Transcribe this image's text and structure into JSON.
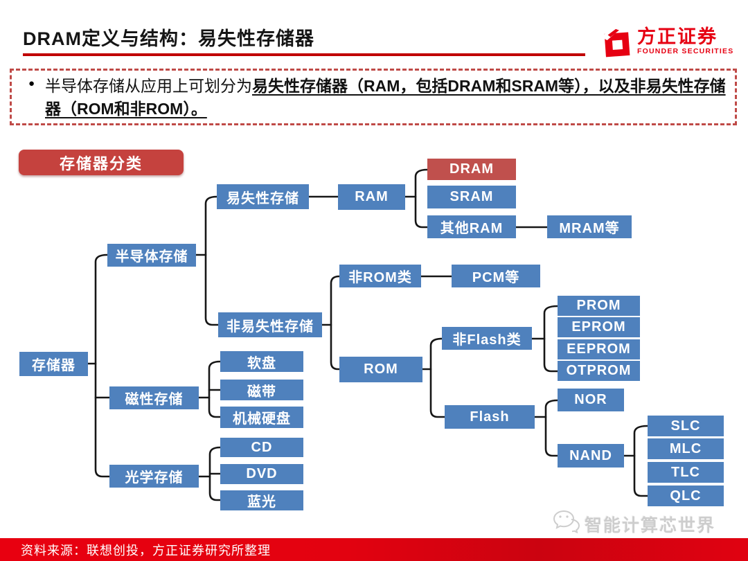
{
  "header": {
    "title": "DRAM定义与结构：易失性存储器",
    "logo_name": "方正证券",
    "logo_subtitle": "FOUNDER SECURITIES"
  },
  "summary": {
    "bullet": "●",
    "prefix": "半导体存储从应用上可划分为",
    "emphasis": "易失性存储器（RAM，包括DRAM和SRAM等），以及非易失性存储器（ROM和非ROM）。"
  },
  "diagram": {
    "label": "存储器分类",
    "nodes": [
      {
        "label": "存储器",
        "parent": null,
        "highlight": false
      },
      {
        "label": "半导体存储",
        "parent": "存储器",
        "highlight": false
      },
      {
        "label": "磁性存储",
        "parent": "存储器",
        "highlight": false
      },
      {
        "label": "光学存储",
        "parent": "存储器",
        "highlight": false
      },
      {
        "label": "易失性存储",
        "parent": "半导体存储",
        "highlight": false
      },
      {
        "label": "非易失性存储",
        "parent": "半导体存储",
        "highlight": false
      },
      {
        "label": "RAM",
        "parent": "易失性存储",
        "highlight": false
      },
      {
        "label": "DRAM",
        "parent": "RAM",
        "highlight": true
      },
      {
        "label": "SRAM",
        "parent": "RAM",
        "highlight": false
      },
      {
        "label": "其他RAM",
        "parent": "RAM",
        "highlight": false
      },
      {
        "label": "MRAM等",
        "parent": "其他RAM",
        "highlight": false
      },
      {
        "label": "非ROM类",
        "parent": "非易失性存储",
        "highlight": false
      },
      {
        "label": "PCM等",
        "parent": "非ROM类",
        "highlight": false
      },
      {
        "label": "ROM",
        "parent": "非易失性存储",
        "highlight": false
      },
      {
        "label": "非Flash类",
        "parent": "ROM",
        "highlight": false
      },
      {
        "label": "PROM",
        "parent": "非Flash类",
        "highlight": false
      },
      {
        "label": "EPROM",
        "parent": "非Flash类",
        "highlight": false
      },
      {
        "label": "EEPROM",
        "parent": "非Flash类",
        "highlight": false
      },
      {
        "label": "OTPROM",
        "parent": "非Flash类",
        "highlight": false
      },
      {
        "label": "Flash",
        "parent": "ROM",
        "highlight": false
      },
      {
        "label": "NOR",
        "parent": "Flash",
        "highlight": false
      },
      {
        "label": "NAND",
        "parent": "Flash",
        "highlight": false
      },
      {
        "label": "SLC",
        "parent": "NAND",
        "highlight": false
      },
      {
        "label": "MLC",
        "parent": "NAND",
        "highlight": false
      },
      {
        "label": "TLC",
        "parent": "NAND",
        "highlight": false
      },
      {
        "label": "QLC",
        "parent": "NAND",
        "highlight": false
      },
      {
        "label": "软盘",
        "parent": "磁性存储",
        "highlight": false
      },
      {
        "label": "磁带",
        "parent": "磁性存储",
        "highlight": false
      },
      {
        "label": "机械硬盘",
        "parent": "磁性存储",
        "highlight": false
      },
      {
        "label": "CD",
        "parent": "光学存储",
        "highlight": false
      },
      {
        "label": "DVD",
        "parent": "光学存储",
        "highlight": false
      },
      {
        "label": "蓝光",
        "parent": "光学存储",
        "highlight": false
      }
    ]
  },
  "footer": {
    "source": "资料来源：联想创投，方正证券研究所整理",
    "watermark": "智能计算芯世界"
  },
  "colors": {
    "node_blue": "#4f81bd",
    "node_red": "#c0504d",
    "badge_red": "#c5423e",
    "title_rule_red": "#c00000",
    "dashed_border_red": "#bf4a47",
    "footer_bar_red": "#e30210",
    "logo_red": "#e60012"
  }
}
